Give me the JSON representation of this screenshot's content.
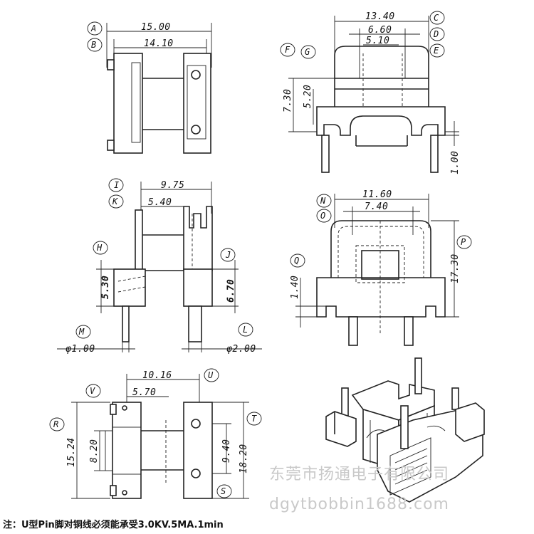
{
  "dimensions": {
    "d1500": "15.00",
    "d1410": "14.10",
    "d1340": "13.40",
    "d660": "6.60",
    "d510": "5.10",
    "d730": "7.30",
    "d520": "5.20",
    "d100": "1.00",
    "d975": "9.75",
    "d540": "5.40",
    "d530": "5.30",
    "d670": "6.70",
    "dPhi100": "φ1.00",
    "dPhi200": "φ2.00",
    "d1160": "11.60",
    "d740": "7.40",
    "d140": "1.40",
    "d1730": "17.30",
    "d1016": "10.16",
    "d570": "5.70",
    "d1524": "15.24",
    "d820": "8.20",
    "d940": "9.40",
    "d1820": "18.20"
  },
  "labels": {
    "A": "A",
    "B": "B",
    "C": "C",
    "D": "D",
    "E": "E",
    "F": "F",
    "G": "G",
    "H": "H",
    "I": "I",
    "J": "J",
    "K": "K",
    "L": "L",
    "M": "M",
    "N": "N",
    "O": "O",
    "P": "P",
    "Q": "Q",
    "R": "R",
    "S": "S",
    "T": "T",
    "U": "U",
    "V": "V"
  },
  "watermark_cn": "东莞市扬通电子有限公司",
  "watermark_url": "dgytbobbin1688.com",
  "note": "注：U型Pin脚对铜线必须能承受3.0KV.5MA.1min"
}
